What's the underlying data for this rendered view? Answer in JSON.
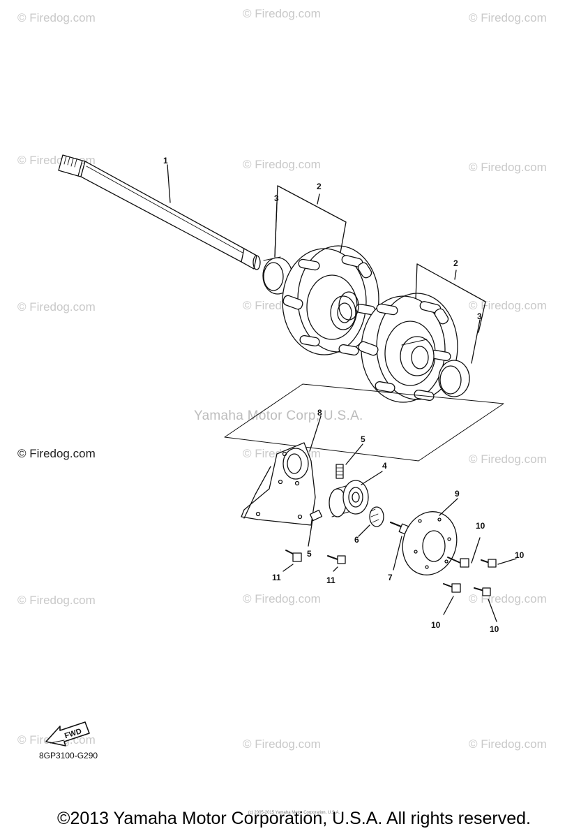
{
  "watermark": {
    "text": "© Firedog.com"
  },
  "watermark_left_mid": {
    "text": "© Firedog.com"
  },
  "center_watermark": {
    "text": "Yamaha Motor Corp, U.S.A."
  },
  "callouts": {
    "c1": "1",
    "c2a": "2",
    "c3a": "3",
    "c2b": "2",
    "c3b": "3",
    "c8": "8",
    "c5a": "5",
    "c4": "4",
    "c5b": "5",
    "c6": "6",
    "c11a": "11",
    "c11b": "11",
    "c7": "7",
    "c9": "9",
    "c10a": "10",
    "c10b": "10",
    "c10c": "10",
    "c10d": "10"
  },
  "fwd_label": "FWD",
  "diagram_code": "8GP3100-G290",
  "fine_print": "(c) 2005-2015 Yamaha Motor Corporation, U.S.A.",
  "copyright": "©2013 Yamaha Motor Corporation, U.S.A. All rights reserved."
}
